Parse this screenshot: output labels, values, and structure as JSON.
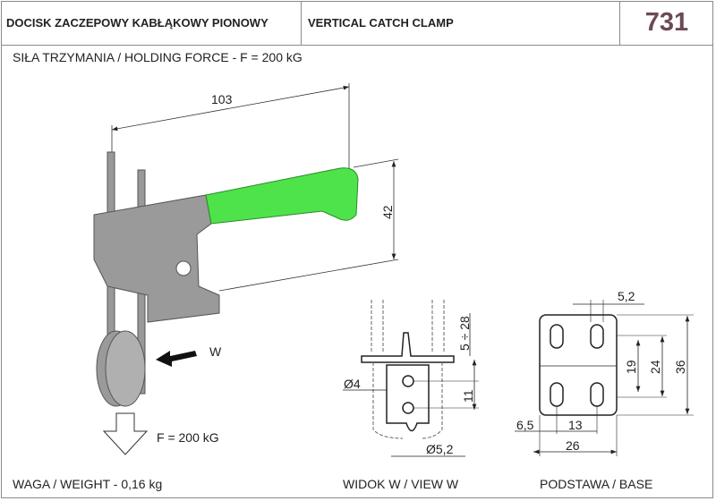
{
  "header": {
    "title_pl": "DOCISK ZACZEPOWY KABŁĄKOWY PIONOWY",
    "title_en": "VERTICAL CATCH CLAMP",
    "model_number": "731"
  },
  "holding_force": "SIŁA TRZYMANIA / HOLDING FORCE - F = 200 kG",
  "weight": "WAGA / WEIGHT - 0,16 kg",
  "main_view": {
    "dim_length": "103",
    "dim_height": "42",
    "arrow_label": "W",
    "force_label": "F = 200 kG"
  },
  "view_w": {
    "caption": "WIDOK W / VIEW W",
    "dim_stroke": "5 ÷ 28",
    "dim_hole": "Ø4",
    "dim_spacing": "11",
    "dim_slot": "Ø5,2"
  },
  "base": {
    "caption": "PODSTAWA / BASE",
    "dim_slot_width": "5,2",
    "dim_19": "19",
    "dim_24": "24",
    "dim_36": "36",
    "dim_offset": "6,5",
    "dim_13": "13",
    "dim_26": "26"
  },
  "colors": {
    "handle": "#4ee34a",
    "title_number": "#6b4a55"
  }
}
